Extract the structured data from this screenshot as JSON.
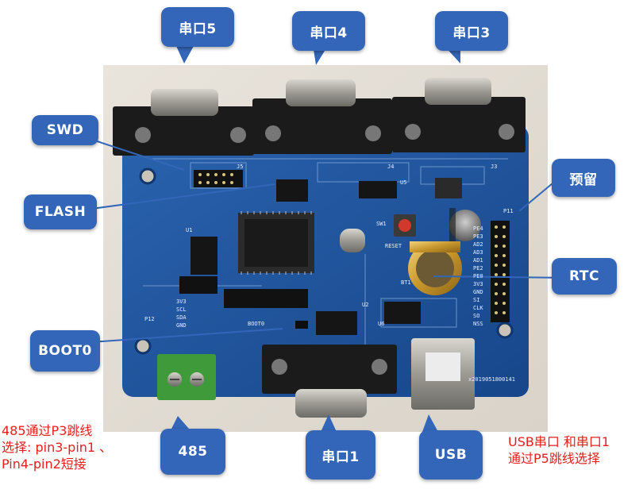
{
  "callouts": {
    "port5": "串口5",
    "port4": "串口4",
    "port3": "串口3",
    "swd": "SWD",
    "flash": "FLASH",
    "reserved": "预留",
    "rtc": "RTC",
    "boot0": "BOOT0",
    "rs485": "485",
    "port1": "串口1",
    "usb": "USB"
  },
  "notes": {
    "rs485_line1": "485通过P3跳线",
    "rs485_line2": "选择: pin3-pin1 、",
    "rs485_line3": "Pin4-pin2短接",
    "usb_line1": "USB串口 和串口1",
    "usb_line2": "通过P5跳线选择"
  },
  "board_labels": {
    "j5": "J5",
    "j4": "J4",
    "j3": "J3",
    "reset": "RESET",
    "sw1": "SW1",
    "p11": "P11",
    "p12": "P12",
    "bt1": "BT1",
    "u1": "U1",
    "u2": "U2",
    "u5": "U5",
    "u6": "U6",
    "boot0_silk": "BOOT0",
    "serial": "x2019051800141",
    "pin_labels": [
      "PE4",
      "PE3",
      "AD2",
      "AD3",
      "AD1",
      "PE2",
      "PE0",
      "3V3",
      "GND",
      "SI",
      "CLK",
      "SO",
      "NSS"
    ],
    "left_pins": [
      "3V3",
      "SCL",
      "SDA",
      "GND"
    ]
  },
  "colors": {
    "callout": "#3366b8",
    "note": "#e8201c",
    "pcb": "#1f5aa6"
  }
}
